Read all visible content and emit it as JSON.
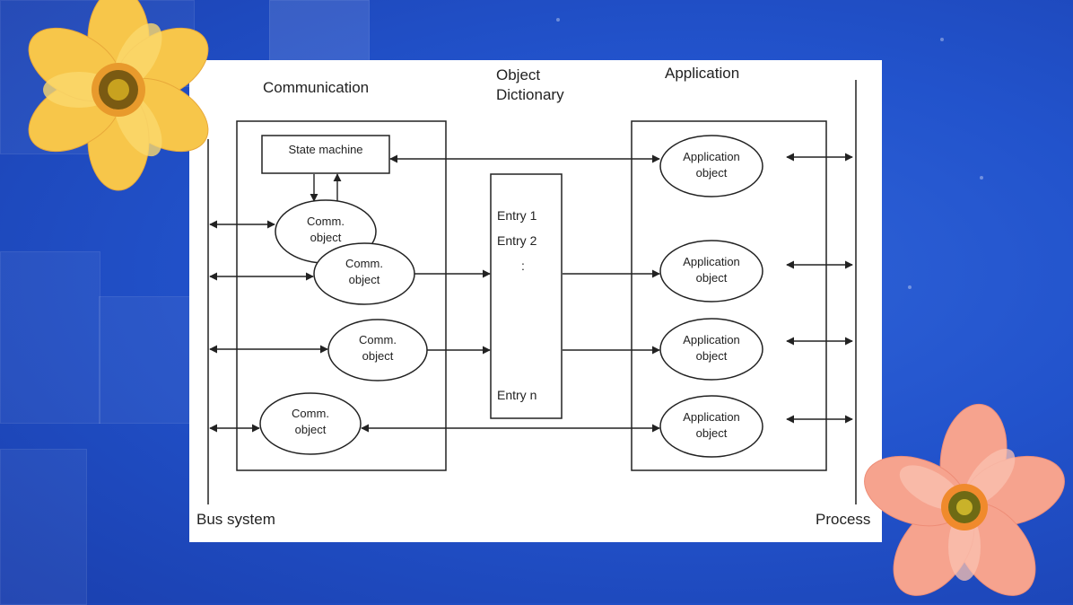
{
  "diagram": {
    "labels": {
      "communication": "Communication",
      "object_dictionary_line1": "Object",
      "object_dictionary_line2": "Dictionary",
      "application": "Application",
      "bus_system": "Bus system",
      "process": "Process"
    },
    "state_machine": "State machine",
    "comm_object": [
      "Comm.",
      "object"
    ],
    "application_object": [
      "Application",
      "object"
    ],
    "entries": [
      "Entry 1",
      "Entry 2",
      ":",
      "Entry n"
    ]
  },
  "colors": {
    "background": "#2253cc",
    "slide": "#ffffff",
    "stroke": "#222222",
    "flower_yellow": "#f7c64a",
    "flower_pink": "#f6a38e"
  }
}
